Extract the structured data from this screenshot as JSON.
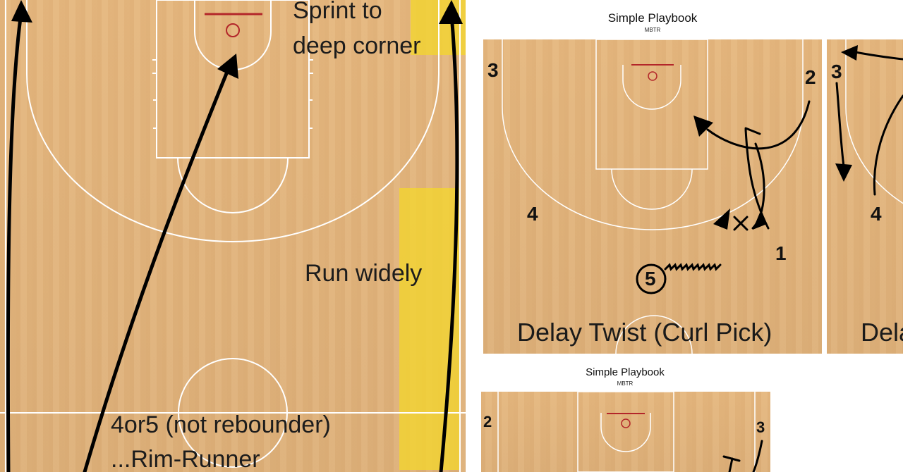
{
  "left_diagram": {
    "label_sprint_line1": "Sprint to",
    "label_sprint_line2": "deep corner",
    "label_run": "Run widely",
    "label_rim_line1": "4or5 (not rebounder)",
    "label_rim_line2": "...Rim-Runner",
    "highlight_color": "#f2d530"
  },
  "sheet_top": {
    "title": "Simple Playbook",
    "subtitle": "MBTR",
    "play1": {
      "name": "Delay Twist (Curl Pick)",
      "players": {
        "p1": "1",
        "p2": "2",
        "p3": "3",
        "p4": "4",
        "p5": "5"
      }
    },
    "play2": {
      "name_partial": "Dela",
      "players": {
        "p3": "3",
        "p4": "4"
      }
    }
  },
  "sheet_bottom": {
    "title": "Simple Playbook",
    "subtitle": "MBTR",
    "play": {
      "players": {
        "p2": "2",
        "p3": "3"
      }
    }
  },
  "colors": {
    "court": "#e2b47d",
    "rim": "#b3262a",
    "lines": "#ffffff"
  }
}
